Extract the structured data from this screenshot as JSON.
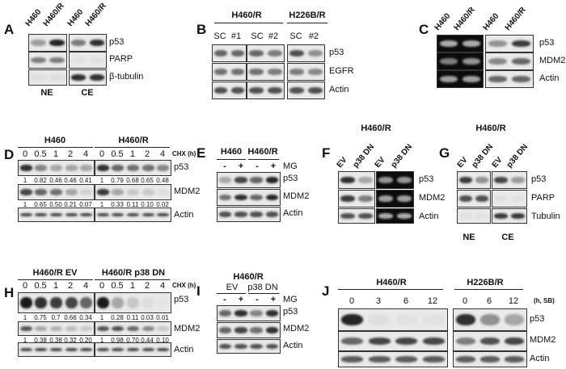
{
  "panels": {
    "A": {
      "label": "A",
      "columns": [
        "H460",
        "H460/R",
        "H460",
        "H460/R"
      ],
      "rows": [
        "p53",
        "PARP",
        "β-tubulin"
      ],
      "fractions": [
        "NE",
        "CE"
      ]
    },
    "B": {
      "label": "B",
      "groups": [
        "H460/R",
        "H226B/R"
      ],
      "lanes": [
        "SC",
        "#1",
        "SC",
        "#2",
        "SC",
        "#2"
      ],
      "rows": [
        "p53",
        "EGFR",
        "Actin"
      ]
    },
    "C": {
      "label": "C",
      "columns": [
        "H460",
        "H460/R",
        "H460",
        "H460/R"
      ],
      "rows": [
        "p53",
        "MDM2",
        "Actin"
      ]
    },
    "D": {
      "label": "D",
      "groups": [
        "H460",
        "H460/R"
      ],
      "lanes": [
        "0",
        "0.5",
        "1",
        "2",
        "4",
        "0",
        "0.5",
        "1",
        "2",
        "4"
      ],
      "treatment": "CHX (h)",
      "rows": [
        "p53",
        "MDM2",
        "Actin"
      ],
      "p53_quant": [
        "1",
        "0.82",
        "0.46",
        "0.46",
        "0.41",
        "1",
        "0.79",
        "0.68",
        "0.65",
        "0.48"
      ],
      "mdm2_quant": [
        "1",
        "0.65",
        "0.50",
        "0.21",
        "0.07",
        "1",
        "0.33",
        "0.11",
        "0.10",
        "0.02"
      ]
    },
    "E": {
      "label": "E",
      "groups": [
        "H460",
        "H460/R"
      ],
      "mg_label": "MG",
      "mg": [
        "-",
        "+",
        "-",
        "+"
      ],
      "rows": [
        "p53",
        "MDM2",
        "Actin"
      ]
    },
    "F": {
      "label": "F",
      "title": "H460/R",
      "lanes": [
        "EV",
        "p38 DN",
        "EV",
        "p38 DN"
      ],
      "rows": [
        "p53",
        "MDM2",
        "Actin"
      ]
    },
    "G": {
      "label": "G",
      "title": "H460/R",
      "lanes": [
        "EV",
        "p38 DN",
        "EV",
        "p38 DN"
      ],
      "rows": [
        "p53",
        "PARP",
        "Tubulin"
      ],
      "fractions": [
        "NE",
        "CE"
      ]
    },
    "H": {
      "label": "H",
      "groups": [
        "H460/R EV",
        "H460/R p38 DN"
      ],
      "lanes": [
        "0",
        "0.5",
        "1",
        "2",
        "4",
        "0",
        "0.5",
        "1",
        "2",
        "4"
      ],
      "treatment": "CHX (h)",
      "rows": [
        "p53",
        "MDM2",
        "Actin"
      ],
      "p53_quant": [
        "1",
        "0.75",
        "0.7",
        "0.66",
        "0.34",
        "1",
        "0.28",
        "0.11",
        "0.03",
        "0.01"
      ],
      "mdm2_quant": [
        "1",
        "0.38",
        "0.38",
        "0.32",
        "0.20",
        "1",
        "0.98",
        "0.70",
        "0.44",
        "0.10"
      ]
    },
    "I": {
      "label": "I",
      "title": "H460/R",
      "groups": [
        "EV",
        "p38 DN"
      ],
      "mg_label": "MG",
      "mg": [
        "-",
        "+",
        "-",
        "+"
      ],
      "rows": [
        "p53",
        "MDM2",
        "Actin"
      ]
    },
    "J": {
      "label": "J",
      "groups": [
        "H460/R",
        "H226B/R"
      ],
      "lanes": [
        "0",
        "3",
        "6",
        "12",
        "0",
        "6",
        "12"
      ],
      "treatment": "(h, SB)",
      "rows": [
        "p53",
        "MDM2",
        "Actin"
      ]
    }
  }
}
